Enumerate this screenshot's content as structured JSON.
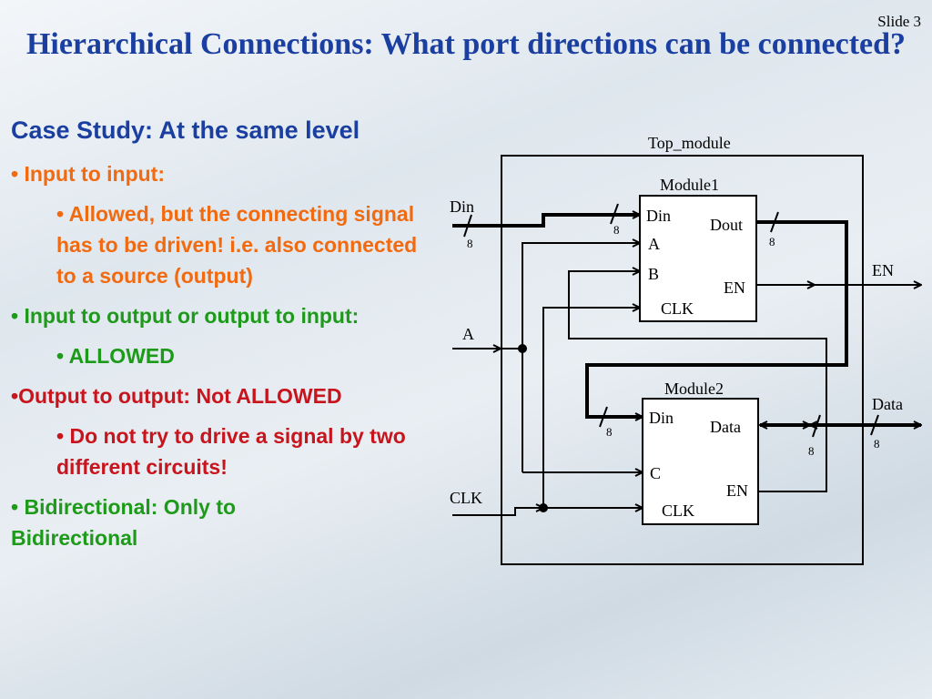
{
  "slide_number": "Slide 3",
  "title": "Hierarchical Connections: What port directions can be connected?",
  "case_study": "Case Study: At the same level",
  "bullets": {
    "input_to_input": "Input to input:",
    "input_to_input_detail": "Allowed, but the connecting signal has to be driven! i.e. also connected to a source (output)",
    "input_output": "Input to output or output to input:",
    "input_output_detail": "ALLOWED",
    "output_output": "Output to output: Not ALLOWED",
    "output_output_detail": "Do not try to drive a signal by two different circuits!",
    "bidirectional": "Bidirectional: Only to Bidirectional"
  },
  "colors": {
    "title": "#1b3fa0",
    "orange": "#f26a10",
    "green": "#1e9a1a",
    "red": "#c8141c"
  },
  "diagram": {
    "top_module": "Top_module",
    "module1": {
      "name": "Module1",
      "ports": {
        "din": "Din",
        "a": "A",
        "b": "B",
        "clk": "CLK",
        "dout": "Dout",
        "en": "EN"
      }
    },
    "module2": {
      "name": "Module2",
      "ports": {
        "din": "Din",
        "c": "C",
        "clk": "CLK",
        "data": "Data",
        "en": "EN"
      }
    },
    "external": {
      "din": "Din",
      "a": "A",
      "clk": "CLK",
      "en": "EN",
      "data": "Data"
    },
    "bus_width": "8"
  }
}
